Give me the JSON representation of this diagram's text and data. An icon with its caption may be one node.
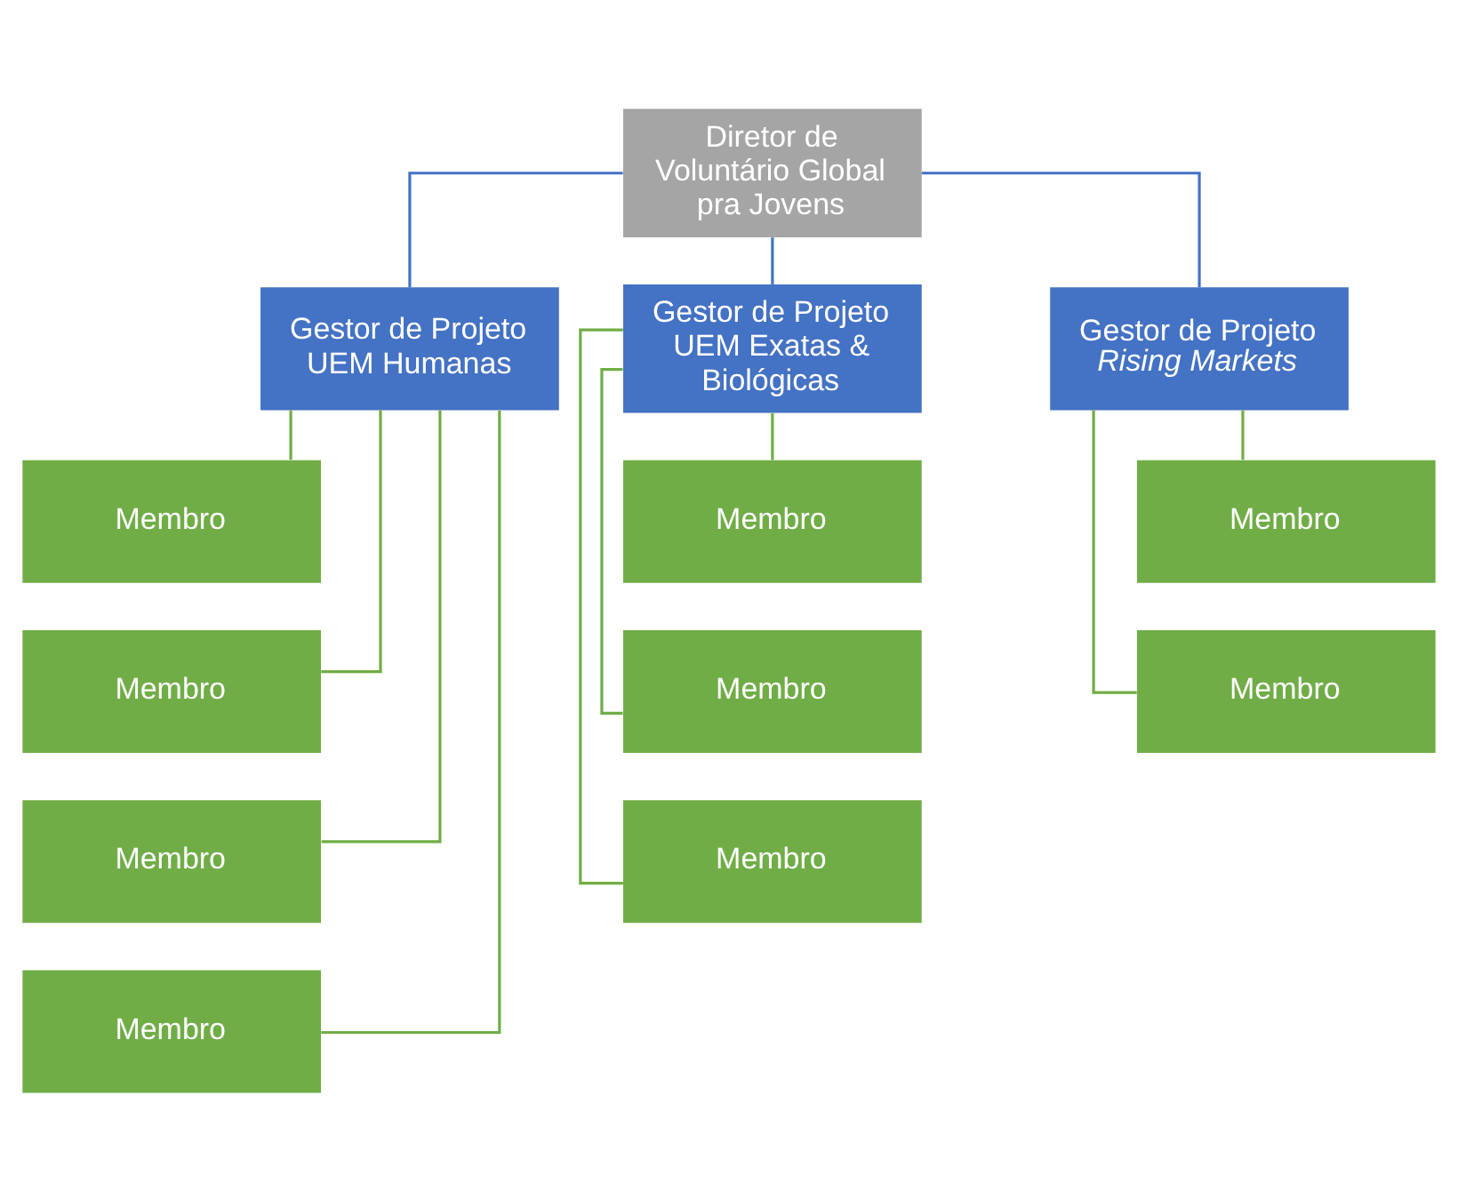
{
  "diagram": {
    "nodes": [
      {
        "text": [
          "Diretor de Voluntário Global pra Jovens"
        ]
      },
      {
        "text": [
          "Gestor de Projeto UEM Humanas"
        ]
      },
      {
        "text": [
          "Gestor de Projeto UEM Exatas & Biológicas"
        ]
      },
      {
        "text": [
          "Gestor de Projeto *Rising Markets*"
        ]
      },
      {
        "text": [
          "Membro"
        ]
      },
      {
        "text": [
          "Membro"
        ]
      },
      {
        "text": [
          "Membro"
        ]
      },
      {
        "text": [
          "Membro"
        ]
      },
      {
        "text": [
          "Membro"
        ]
      },
      {
        "text": [
          "Membro"
        ]
      },
      {
        "text": [
          "Membro"
        ]
      },
      {
        "text": [
          "Membro"
        ]
      },
      {
        "text": [
          "Membro"
        ]
      }
    ],
    "edges": [
      {
        "from": 0,
        "to": 1,
        "arrow": "none",
        "color": "#4472c4"
      },
      {
        "from": 0,
        "to": 2,
        "arrow": "none",
        "color": "#4472c4"
      },
      {
        "from": 0,
        "to": 3,
        "arrow": "none",
        "color": "#4472c4"
      },
      {
        "from": 1,
        "to": 4,
        "arrow": "none"
      },
      {
        "from": 1,
        "to": 5,
        "arrow": "none"
      },
      {
        "from": 1,
        "to": 6,
        "arrow": "none"
      },
      {
        "from": 1,
        "to": 7,
        "arrow": "none"
      },
      {
        "from": 2,
        "to": 8,
        "arrow": "none"
      },
      {
        "from": 2,
        "to": 9,
        "arrow": "none"
      },
      {
        "from": 2,
        "to": 10,
        "arrow": "none"
      },
      {
        "from": 3,
        "to": 11,
        "arrow": "none"
      },
      {
        "from": 3,
        "to": 12,
        "arrow": "none"
      }
    ]
  }
}
